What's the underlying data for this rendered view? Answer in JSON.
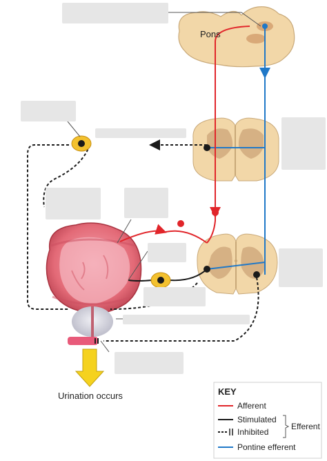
{
  "labels": {
    "pons": "Pons",
    "urination": "Urination occurs"
  },
  "key": {
    "title": "KEY",
    "afferent": "Afferent",
    "stimulated": "Stimulated",
    "inhibited": "Inhibited",
    "efferent": "Efferent",
    "pontine_efferent": "Pontine efferent"
  },
  "colors": {
    "afferent": "#e1252a",
    "pontine_efferent": "#1f78c8",
    "efferent": "#1a1a1a",
    "tissue": "#f2d7a8",
    "grey_matter": "#c9a47a",
    "bladder": "#e36a77",
    "ganglion": "#f3c12e",
    "arrow": "#f5d21e",
    "blank_label": "#e6e6e6"
  },
  "icons": {
    "bladder": "urinary-bladder-illustration",
    "spinal_cord": "spinal-cord-cross-section",
    "pons": "pons-cross-section",
    "ganglion": "ganglion-node",
    "arrow": "down-arrow"
  }
}
